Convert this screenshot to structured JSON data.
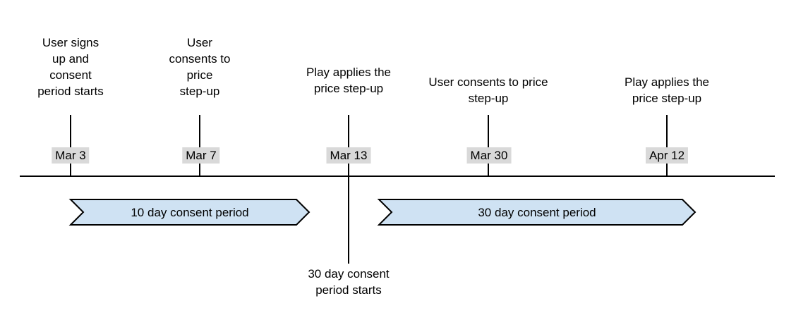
{
  "diagram": {
    "events": [
      {
        "date": "Mar 3",
        "lines": [
          "User signs",
          "up and",
          "consent",
          "period starts"
        ]
      },
      {
        "date": "Mar 7",
        "lines": [
          "User",
          "consents to",
          "price",
          "step-up"
        ]
      },
      {
        "date": "Mar 13",
        "lines": [
          "Play applies the",
          "price step-up"
        ],
        "below_lines": [
          "30 day consent",
          "period starts"
        ]
      },
      {
        "date": "Mar 30",
        "lines": [
          "User consents to price",
          "step-up"
        ]
      },
      {
        "date": "Apr 12",
        "lines": [
          "Play applies the",
          "price step-up"
        ]
      }
    ],
    "periods": [
      {
        "label": "10 day consent period"
      },
      {
        "label": "30 day consent period"
      }
    ],
    "colors": {
      "banner_fill": "#cfe2f3",
      "banner_border": "#000000",
      "date_label_bg": "#d9d9d9",
      "line": "#000000"
    }
  }
}
